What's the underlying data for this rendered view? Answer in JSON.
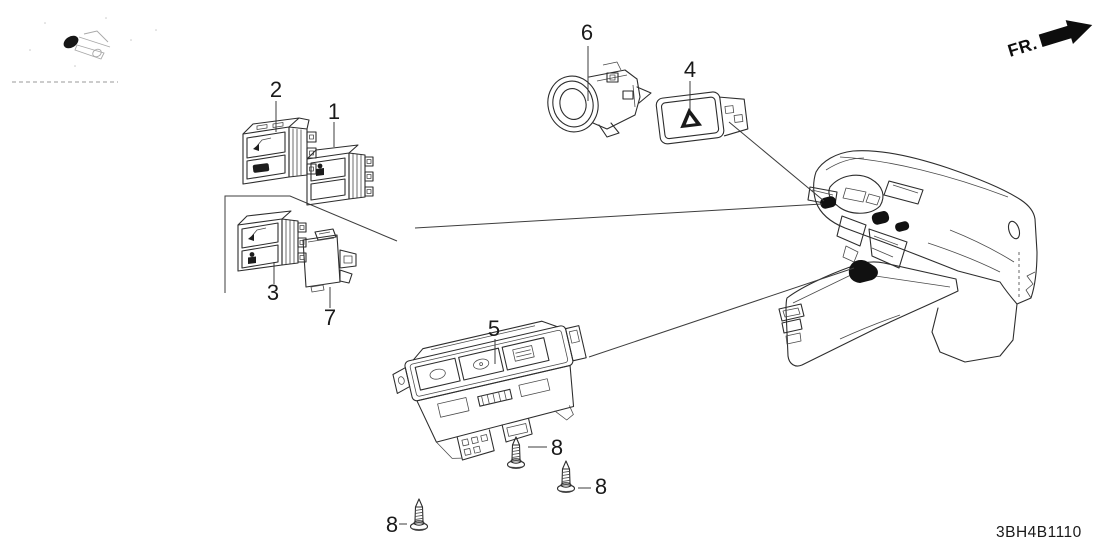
{
  "diagram": {
    "code": "3BH4B1110",
    "fr_label": "FR.",
    "callouts": [
      {
        "id": "part-1",
        "label": "1"
      },
      {
        "id": "part-2",
        "label": "2"
      },
      {
        "id": "part-3",
        "label": "3"
      },
      {
        "id": "part-4",
        "label": "4"
      },
      {
        "id": "part-5",
        "label": "5"
      },
      {
        "id": "part-6",
        "label": "6"
      },
      {
        "id": "part-7",
        "label": "7"
      },
      {
        "id": "part-8-a",
        "label": "8"
      },
      {
        "id": "part-8-b",
        "label": "8"
      },
      {
        "id": "part-8-c",
        "label": "8"
      }
    ],
    "icons": {
      "fr_arrow": "front-direction-arrow",
      "hazard_switch": "warning-triangle",
      "trunk_switch": "trunk-open-arrow",
      "screw": "tapping-screw"
    },
    "colors": {
      "line": "#2d2d2d",
      "leader": "#3d3d3d",
      "marker_fill": "#111111",
      "background": "#ffffff"
    }
  }
}
